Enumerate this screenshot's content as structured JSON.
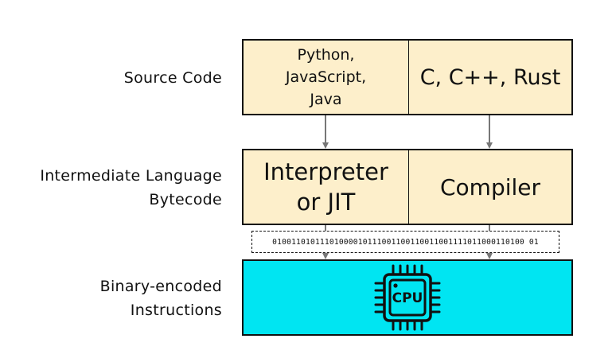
{
  "labels": {
    "source_code": "Source Code",
    "intermediate_line1": "Intermediate Language",
    "intermediate_line2": "Bytecode",
    "binary_line1": "Binary-encoded",
    "binary_line2": "Instructions"
  },
  "boxes": {
    "interpreted_langs": [
      "Python,",
      "JavaScript,",
      "Java"
    ],
    "compiled_langs": "C, C++, Rust",
    "interpreter_line1": "Interpreter",
    "interpreter_line2": "or JIT",
    "compiler": "Compiler"
  },
  "binary_string": "01001101011101000010111001100110011001111011000110100 01",
  "cpu_label": "CPU",
  "colors": {
    "box_fill": "#fdefcb",
    "cpu_fill": "#00e5f2",
    "arrow": "#777777"
  },
  "icons": [
    "cpu-chip-icon"
  ]
}
